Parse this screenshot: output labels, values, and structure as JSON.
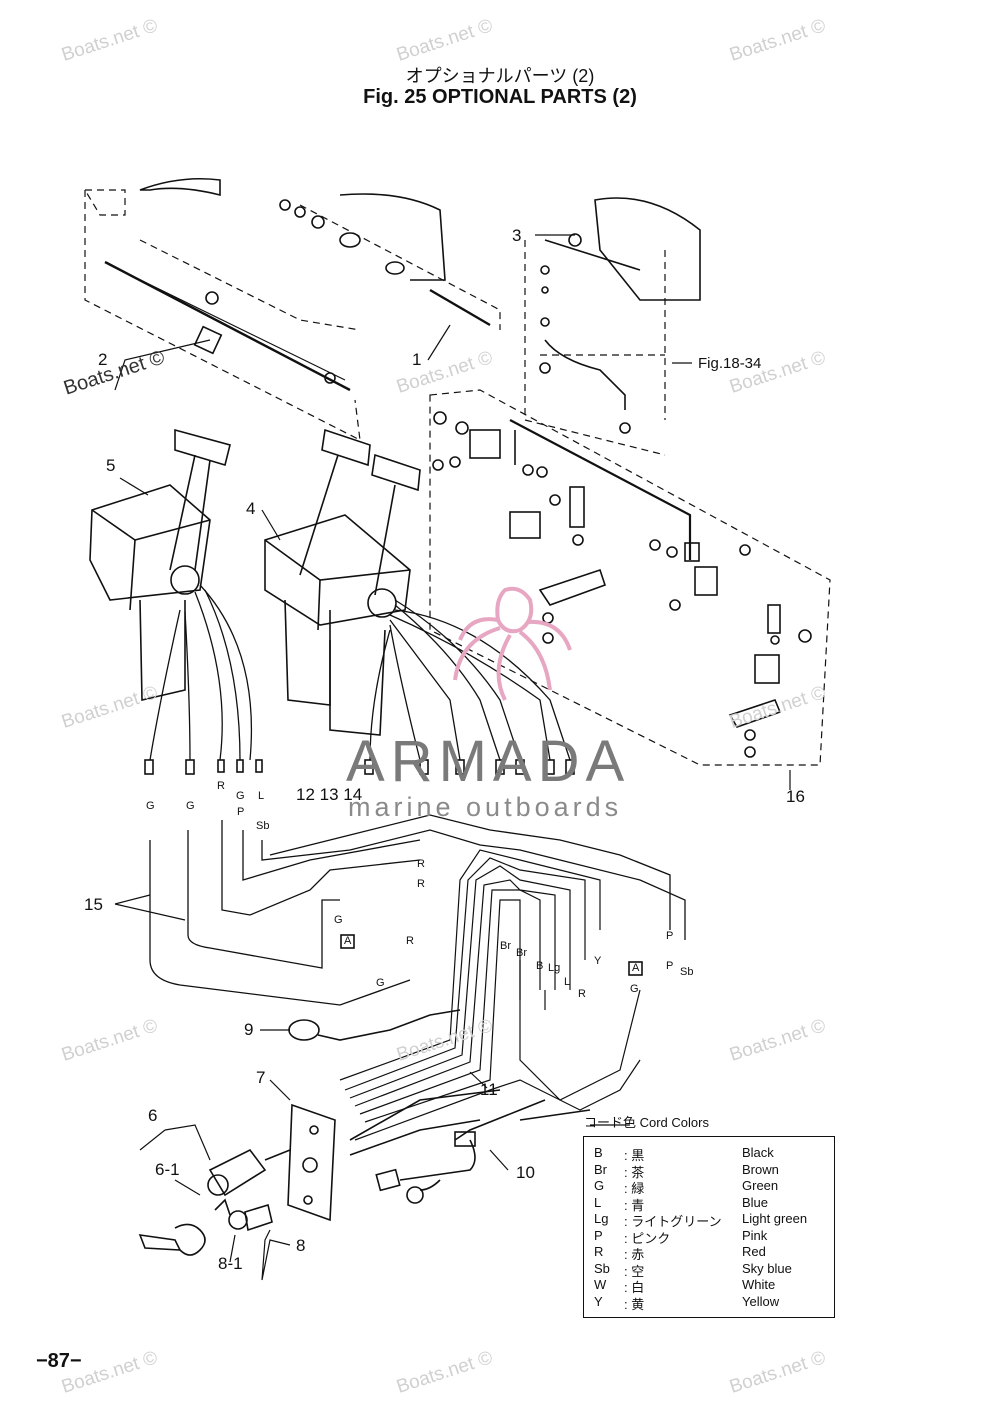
{
  "header": {
    "title_jp": "オプショナルパーツ (2)",
    "title_en": "Fig. 25  OPTIONAL PARTS (2)"
  },
  "callouts": {
    "c1": "1",
    "c2": "2",
    "c3": "3",
    "c4": "4",
    "c5": "5",
    "c6": "6",
    "c6_1": "6-1",
    "c7": "7",
    "c8": "8",
    "c8_1": "8-1",
    "c9": "9",
    "c10": "10",
    "c11": "11",
    "c12_14": "12  13  14",
    "c15": "15",
    "c16": "16",
    "fig_ref": "Fig.18-34"
  },
  "wire_labels": [
    "G",
    "G",
    "R",
    "G",
    "L",
    "P",
    "Sb",
    "R",
    "R",
    "G",
    "R",
    "G",
    "Br",
    "Br",
    "B",
    "L",
    "Lg",
    "Y",
    "P",
    "P",
    "Sb",
    "R",
    "G"
  ],
  "box_labels": [
    "A",
    "A"
  ],
  "brand": {
    "name": "ARMADA",
    "tagline": "marine outboards"
  },
  "watermark": "Boats.net ©",
  "legend": {
    "title": "コード色   Cord Colors",
    "rows": [
      {
        "code": "B",
        "jp": ": 黒",
        "en": "Black"
      },
      {
        "code": "Br",
        "jp": ": 茶",
        "en": "Brown"
      },
      {
        "code": "G",
        "jp": ": 緑",
        "en": "Green"
      },
      {
        "code": "L",
        "jp": ": 青",
        "en": "Blue"
      },
      {
        "code": "Lg",
        "jp": ": ライトグリーン",
        "en": "Light green"
      },
      {
        "code": "P",
        "jp": ": ピンク",
        "en": "Pink"
      },
      {
        "code": "R",
        "jp": ": 赤",
        "en": "Red"
      },
      {
        "code": "Sb",
        "jp": ": 空",
        "en": "Sky blue"
      },
      {
        "code": "W",
        "jp": ": 白",
        "en": "White"
      },
      {
        "code": "Y",
        "jp": ": 黄",
        "en": "Yellow"
      }
    ]
  },
  "page_number": "−87−",
  "colors": {
    "ink": "#111111",
    "watermark": "#d0d0d0",
    "brand_pink": "#e7a6c2"
  }
}
